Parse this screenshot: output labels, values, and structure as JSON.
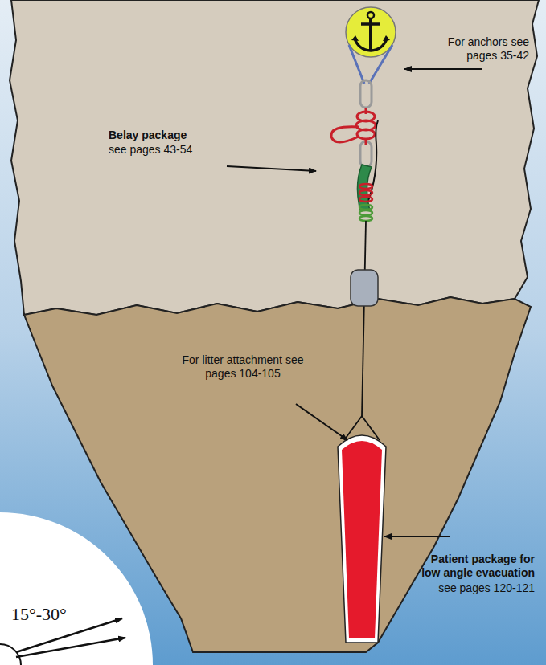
{
  "diagram": {
    "labels": [
      "For anchors see pages 35-42",
      "Belay package",
      "see pages 43-54",
      "For litter attachment see pages 104-105",
      "Patient package for low angle evacuation",
      "see pages 120-121",
      "15°-30°"
    ]
  }
}
